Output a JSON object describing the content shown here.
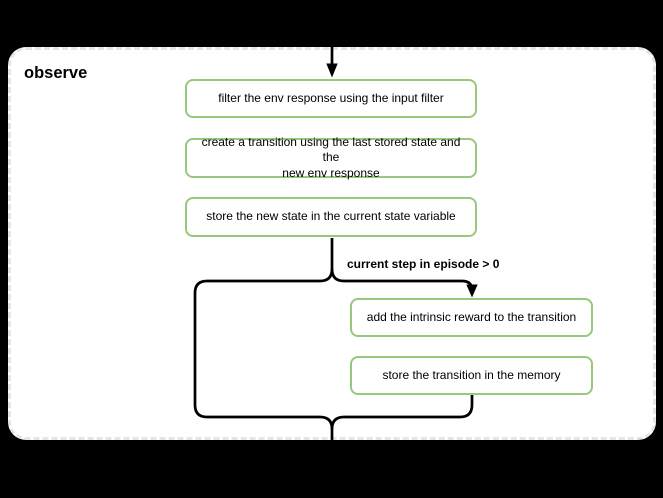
{
  "canvas": {
    "background": "#000000"
  },
  "container": {
    "title": "observe",
    "background": "#ffffff",
    "border_color": "#e5e5e5",
    "border_style": "dashed"
  },
  "flow": {
    "box_border_color": "#97c87c",
    "line_color": "#000000",
    "condition_label": "current step in episode > 0",
    "boxes": [
      {
        "id": "filter-env-response",
        "label": "filter the env response using the input filter"
      },
      {
        "id": "create-transition",
        "label": "create a transition using the last stored state and the\nnew env response"
      },
      {
        "id": "store-new-state",
        "label": "store the new state in the current state variable"
      },
      {
        "id": "add-intrinsic-reward",
        "label": "add the intrinsic reward to the transition"
      },
      {
        "id": "store-transition",
        "label": "store the transition in the memory"
      }
    ]
  }
}
